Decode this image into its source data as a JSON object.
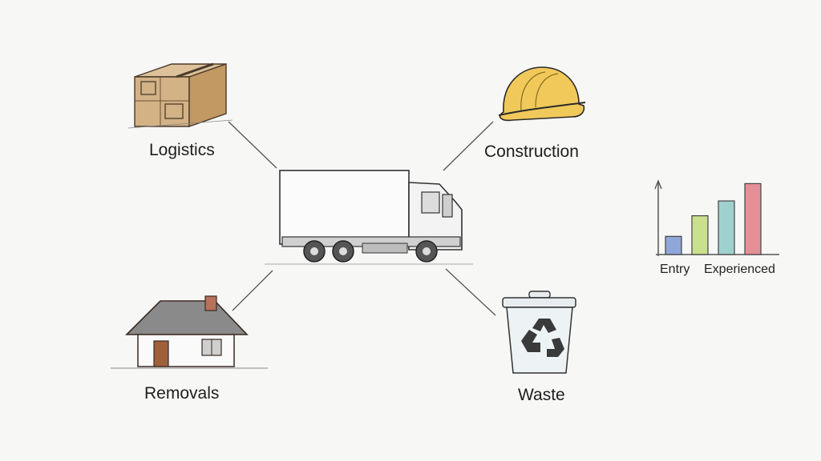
{
  "nodes": {
    "logistics": {
      "label": "Logistics",
      "icon": "box-icon"
    },
    "construction": {
      "label": "Construction",
      "icon": "hard-hat-icon"
    },
    "removals": {
      "label": "Removals",
      "icon": "house-icon"
    },
    "waste": {
      "label": "Waste",
      "icon": "recycle-bin-icon"
    },
    "center": {
      "icon": "truck-icon"
    }
  },
  "chart": {
    "labels": [
      "Entry",
      "Experienced"
    ],
    "bars": [
      {
        "level": 0.22,
        "color": "#8fa6d8"
      },
      {
        "level": 0.47,
        "color": "#c9e08f"
      },
      {
        "level": 0.65,
        "color": "#9fd1cf"
      },
      {
        "level": 0.86,
        "color": "#e58f96"
      }
    ]
  },
  "colors": {
    "line": "#555555",
    "box": "#c9a57a",
    "hat": "#f1c95a",
    "house_roof": "#7a7a7a",
    "door": "#a0603a"
  }
}
